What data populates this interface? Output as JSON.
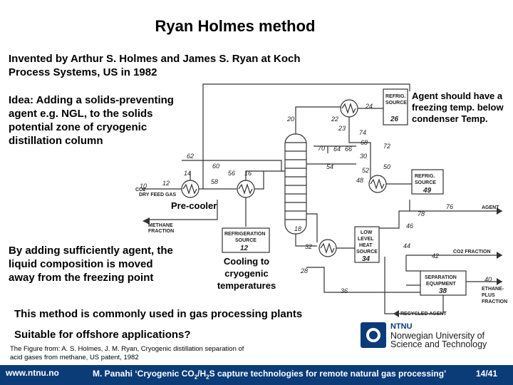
{
  "slide": {
    "title": "Ryan Holmes method",
    "intro_line1": "Invented by Arthur S. Holmes and James S. Ryan at Koch",
    "intro_line2": "Process Systems, US in 1982",
    "idea": [
      "Idea: Adding a solids-preventing",
      "agent e.g. NGL, to the solids",
      "potential zone of cryogenic",
      "distillation column"
    ],
    "agent_note": [
      "Agent should have a",
      "freezing temp. below",
      "condenser Temp."
    ],
    "precooler": "Pre-cooler",
    "by_adding": [
      "By adding sufficiently agent, the",
      "liquid composition is moved",
      "away from the freezing point"
    ],
    "cooling": [
      "Cooling to",
      "cryogenic",
      "temperatures"
    ],
    "common": "This method is commonly used in gas processing plants",
    "offshore": "Suitable for offshore applications?",
    "citation": [
      "The Figure from: A. S. Holmes, J. M. Ryan, Cryogenic distillation separation of",
      "acid gases from methane, US patent, 1982"
    ]
  },
  "diagram": {
    "refrig_source": [
      "REFRIG.",
      "SOURCE"
    ],
    "refrig_source_num": "26",
    "refrig_source2": [
      "REFRIG.",
      "SOURCE"
    ],
    "refrig_source2_num": "49",
    "refrigeration_source": [
      "REFRIGERATION",
      "SOURCE"
    ],
    "refrigeration_source_num": "12",
    "low_level": [
      "LOW",
      "LEVEL",
      "HEAT",
      "SOURCE"
    ],
    "low_level_num": "34",
    "separation": [
      "SEPARATION",
      "EQUIPMENT"
    ],
    "separation_num": "38",
    "dry_feed_gas": "DRY FEED GAS",
    "methane_fraction": [
      "METHANE",
      "FRACTION"
    ],
    "agent": "AGENT",
    "co2_fraction": "CO2 FRACTION",
    "ethane_plus": [
      "ETHANE-",
      "PLUS",
      "FRACTION"
    ],
    "recycled_agent": "RECYCLED AGENT",
    "co2_label": "CO2",
    "nums": {
      "n10": "10",
      "n12": "12",
      "n14": "14",
      "n16": "16",
      "n18": "18",
      "n20": "20",
      "n22": "22",
      "n23": "23",
      "n24": "24",
      "n28": "28",
      "n30": "30",
      "n32": "32",
      "n36": "36",
      "n40": "40",
      "n42": "42",
      "n44": "44",
      "n46": "46",
      "n48": "48",
      "n50": "50",
      "n52": "52",
      "n54": "54",
      "n56": "56",
      "n58": "58",
      "n60": "60",
      "n62": "62",
      "n64": "64",
      "n66": "66",
      "n68": "68",
      "n70": "70",
      "n72": "72",
      "n74": "74",
      "n76": "76",
      "n78": "78"
    }
  },
  "logo": {
    "line1": "NTNU",
    "line2": "Norwegian University of",
    "line3": "Science and Technology"
  },
  "footer": {
    "url": "www.ntnu.no",
    "text_pre": "M. Panahi ‘Cryogenic CO",
    "sub1": "2",
    "text_mid": "/H",
    "sub2": "2",
    "text_post": "S capture technologies for remote natural gas processing’",
    "page": "14/41"
  }
}
